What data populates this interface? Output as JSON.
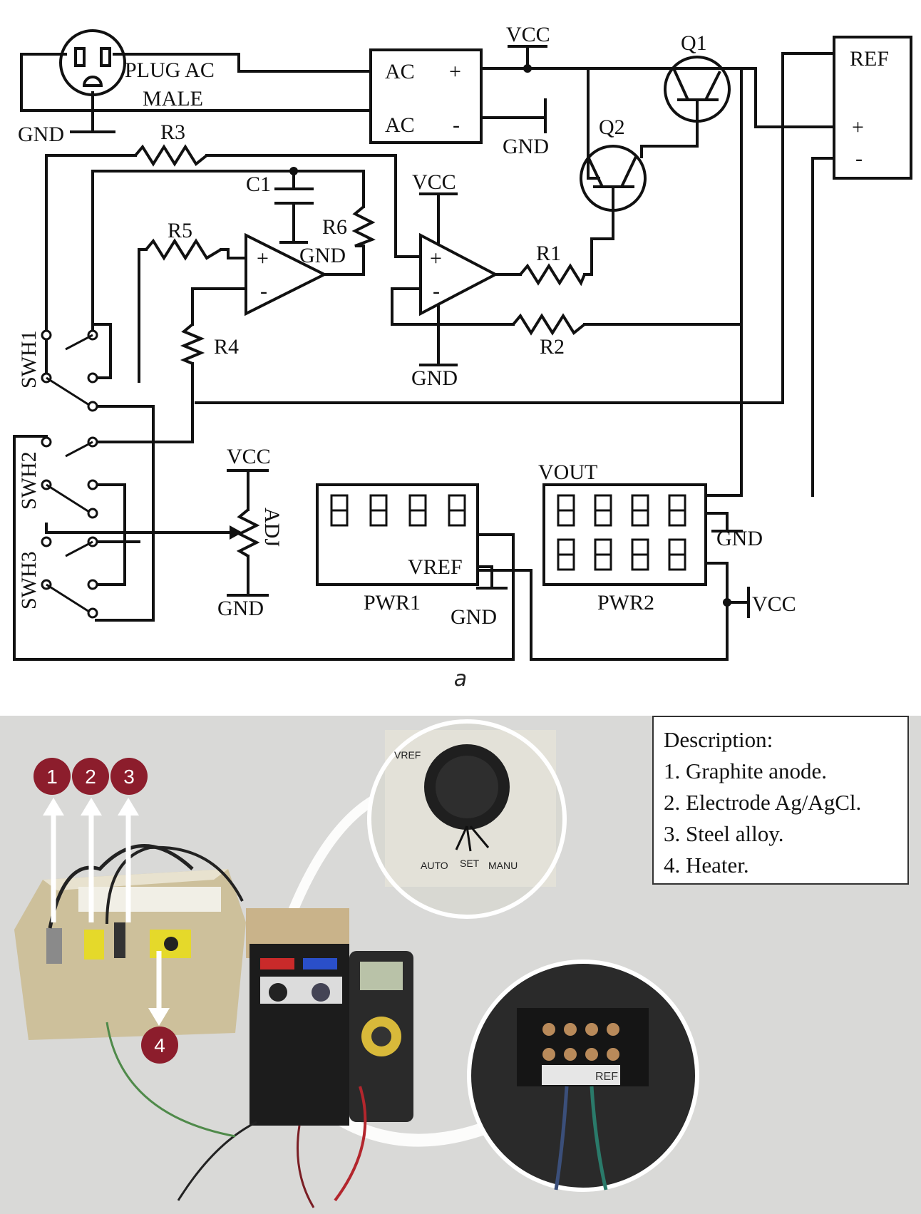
{
  "schematic": {
    "plug_line1": "PLUG AC",
    "plug_line2": "MALE",
    "gnd": "GND",
    "vcc": "VCC",
    "q1": "Q1",
    "q2": "Q2",
    "ref": "REF",
    "plus": "+",
    "minus": "-",
    "ac": "AC",
    "r1": "R1",
    "r2": "R2",
    "r3": "R3",
    "r4": "R4",
    "r5": "R5",
    "r6": "R6",
    "c1": "C1",
    "swh1": "SWH1",
    "swh2": "SWH2",
    "swh3": "SWH3",
    "adj": "ADJ",
    "vout": "VOUT",
    "vref": "VREF",
    "pwr1": "PWR1",
    "pwr2": "PWR2"
  },
  "caption": "a",
  "photo": {
    "markers": [
      "1",
      "2",
      "3",
      "4"
    ],
    "dial_labels": [
      "VREF",
      "AUTO",
      "SET",
      "MANU"
    ],
    "terminal_label": "REF"
  },
  "description": {
    "title": "Description:",
    "items": [
      "1. Graphite anode.",
      "2. Electrode Ag/AgCl.",
      "3. Steel alloy.",
      "4. Heater."
    ]
  },
  "colors": {
    "marker": "#8c1d2c",
    "wire": "#111111",
    "panel": "#d9d9d7"
  }
}
